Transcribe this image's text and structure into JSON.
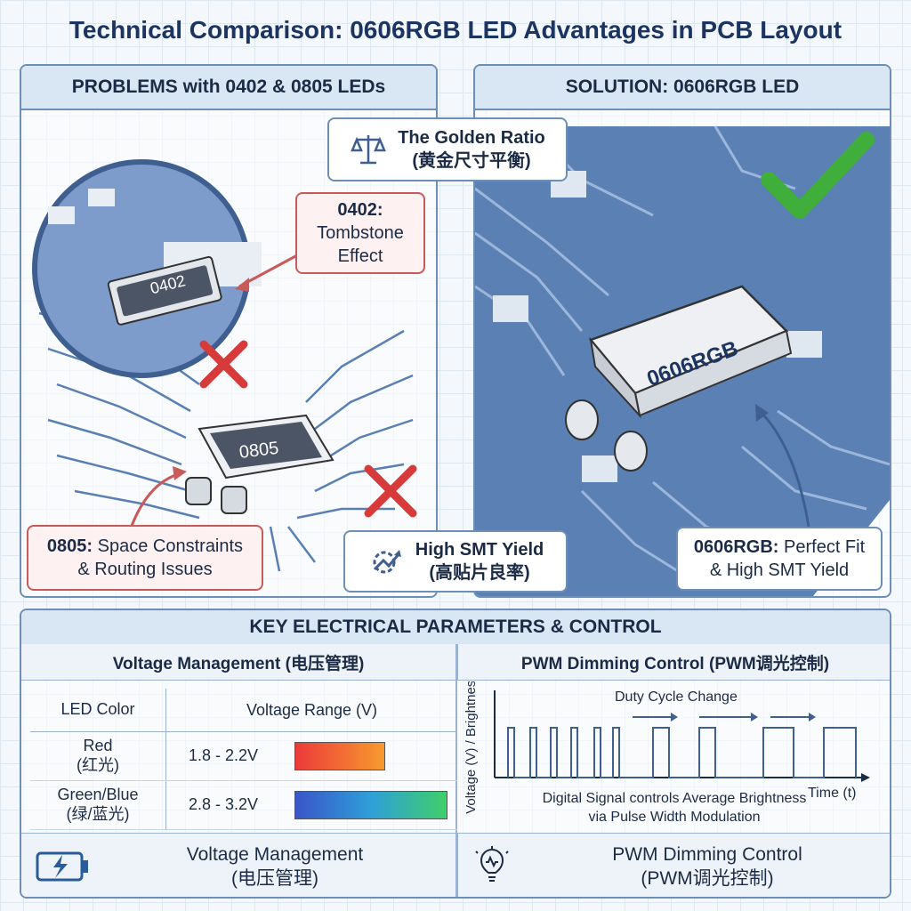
{
  "title": "Technical Comparison: 0606RGB LED Advantages in PCB Layout",
  "left_panel": {
    "heading": "PROBLEMS with 0402 & 0805 LEDs",
    "chip_small": "0402",
    "chip_large": "0805",
    "callout_0402": {
      "bold": "0402:",
      "text": "Tombstone Effect"
    },
    "callout_0805": {
      "bold": "0805:",
      "text1": "Space Constraints",
      "text2": "& Routing Issues"
    }
  },
  "right_panel": {
    "heading": "SOLUTION: 0606RGB LED",
    "chip": "0606RGB",
    "callout_0606": {
      "bold": "0606RGB:",
      "text1": "Perfect Fit",
      "text2": "& High SMT Yield"
    }
  },
  "center_callouts": {
    "golden": {
      "line1": "The Golden Ratio",
      "line2": "(黄金尺寸平衡)"
    },
    "smt": {
      "line1": "High SMT Yield",
      "line2": "(高贴片良率)"
    }
  },
  "bottom": {
    "heading": "KEY ELECTRICAL PARAMETERS & CONTROL",
    "voltage": {
      "heading": "Voltage Management (电压管理)",
      "col_color": "LED Color",
      "col_range": "Voltage Range (V)",
      "rows": [
        {
          "color1": "Red",
          "color2": "(红光)",
          "range": "1.8 - 2.2V"
        },
        {
          "color1": "Green/Blue",
          "color2": "(绿/蓝光)",
          "range": "2.8 - 3.2V"
        }
      ]
    },
    "pwm": {
      "heading": "PWM Dimming Control (PWM调光控制)",
      "y_axis": "Voltage (V) / Brightness",
      "x_axis": "Time (t)",
      "duty_label": "Duty Cycle Change",
      "caption1": "Digital Signal controls Average Brightness",
      "caption2": "via Pulse Width Modulation"
    },
    "footer_voltage": {
      "line1": "Voltage Management",
      "line2": "(电压管理)"
    },
    "footer_pwm": {
      "line1": "PWM Dimming Control",
      "line2": "(PWM调光控制)"
    }
  },
  "colors": {
    "accent": "#6e8fb5",
    "pcb_blue": "#5a80b4",
    "error_red": "#d63a3a",
    "check_green": "#3fae3a"
  }
}
